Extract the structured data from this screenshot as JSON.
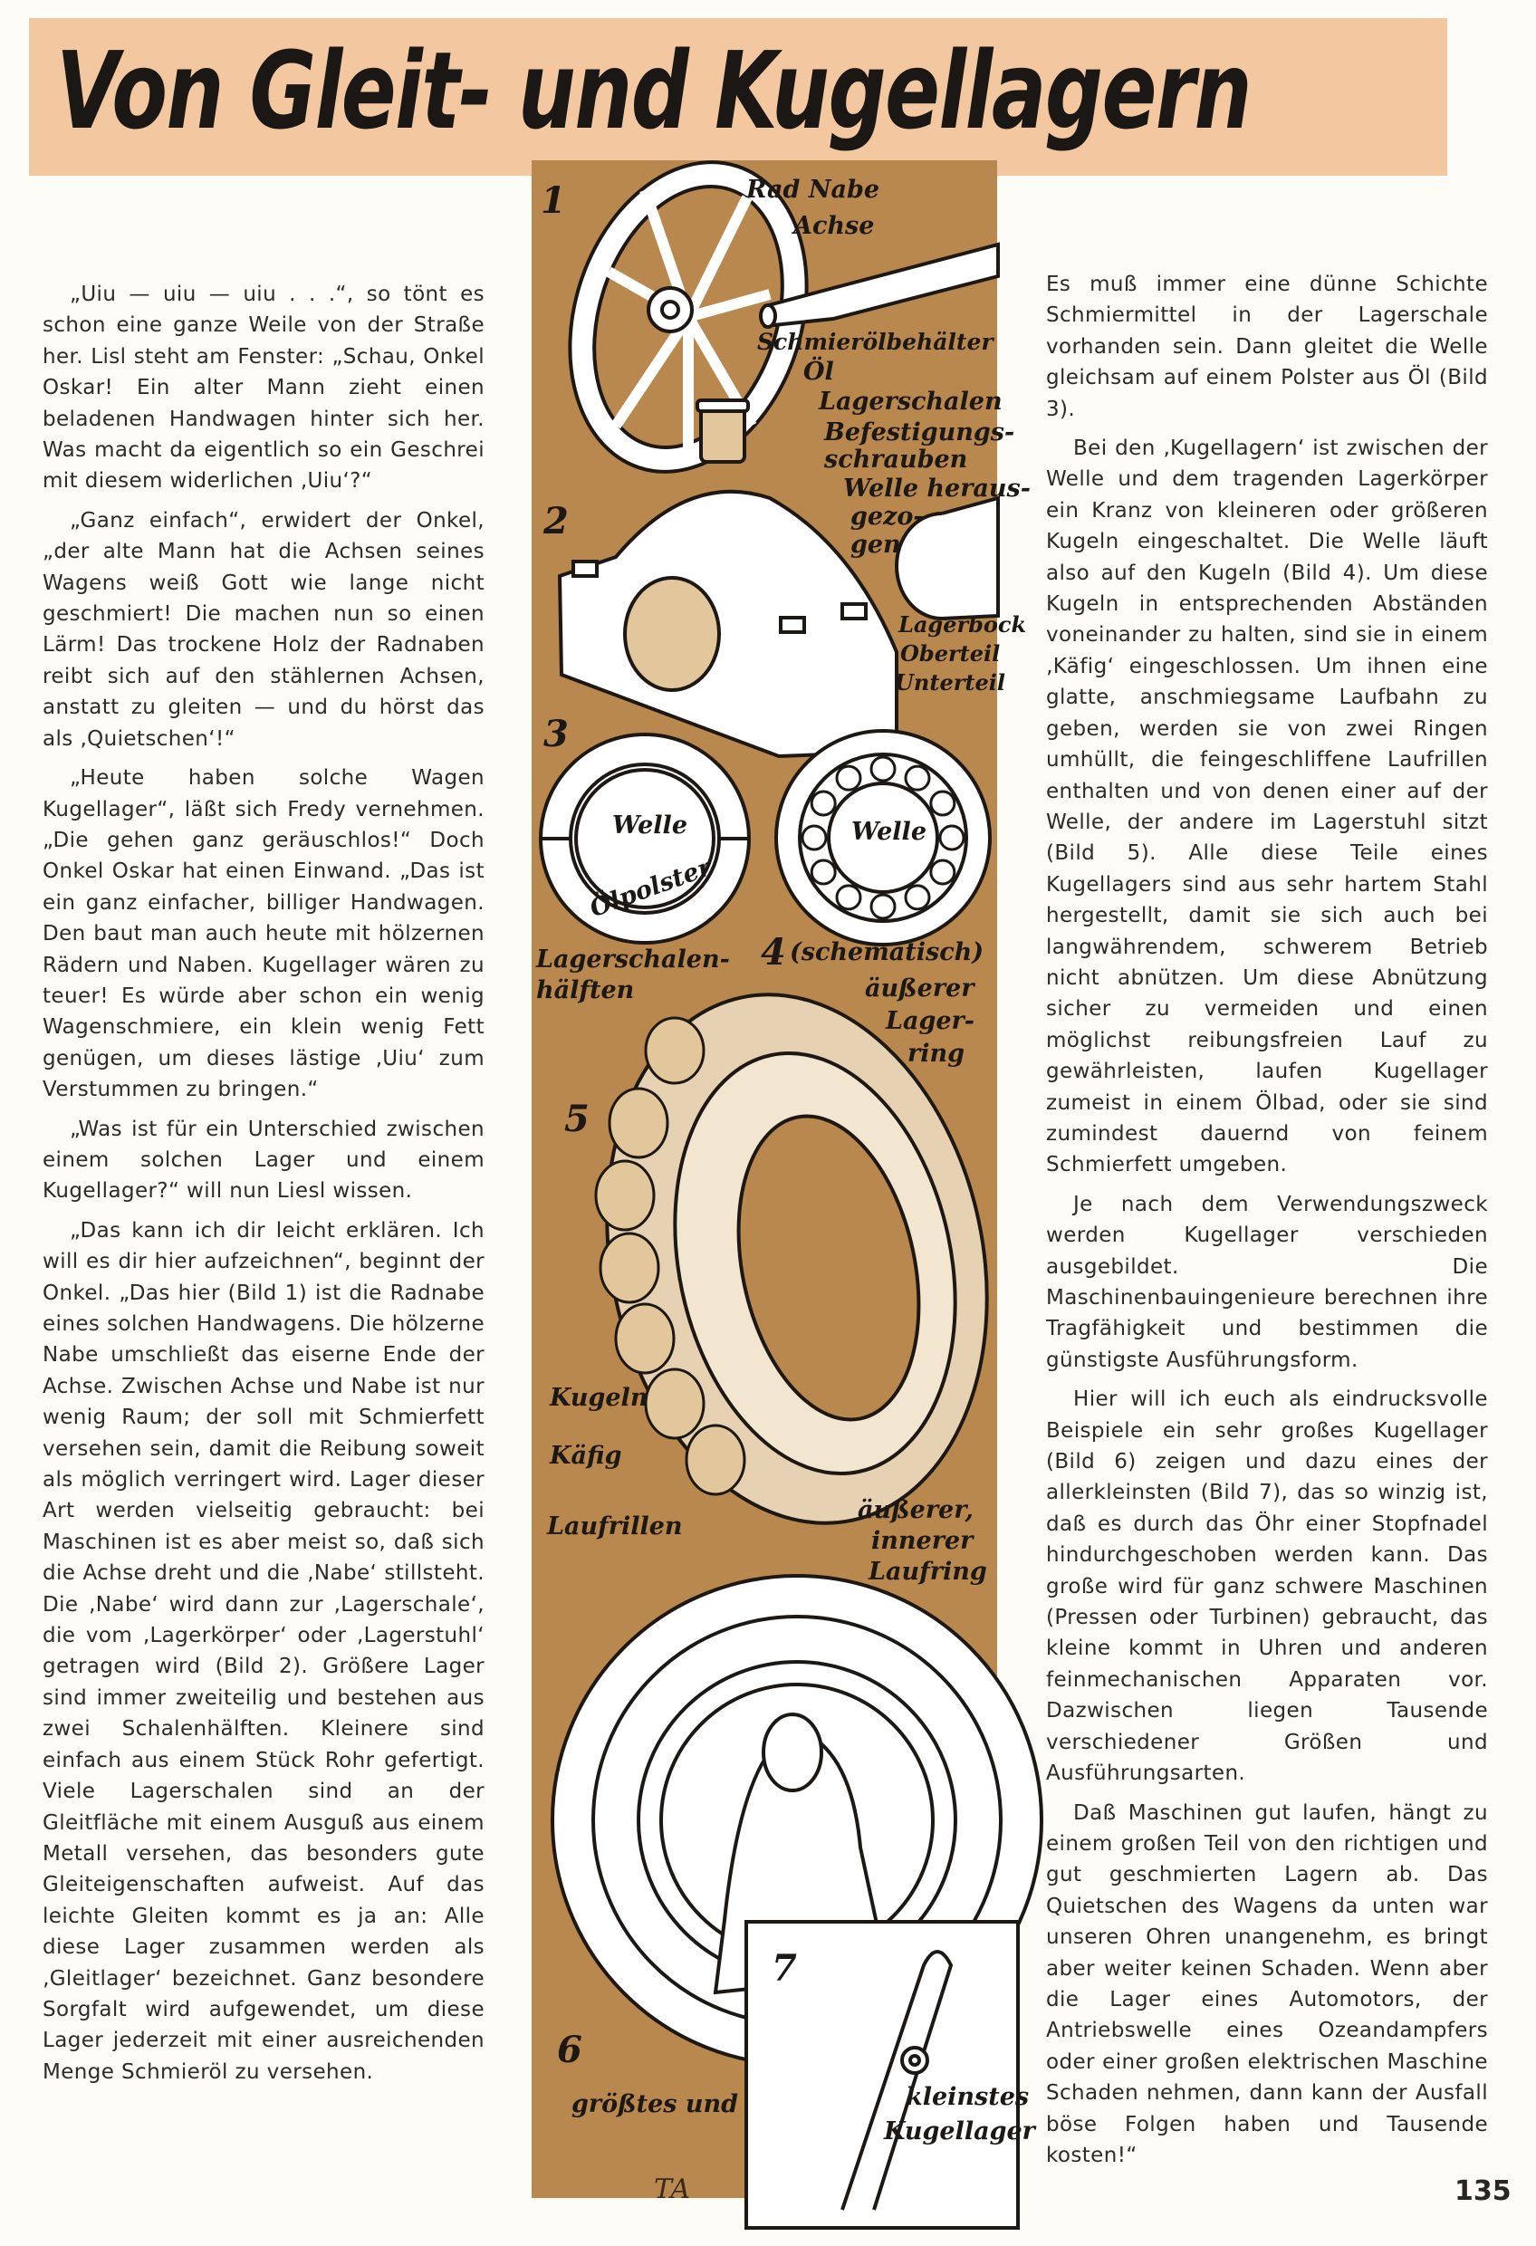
{
  "title": "Von Gleit- und Kugellagern",
  "page_number": "135",
  "colors": {
    "title_band": "#f3c8a0",
    "illustration_panel": "#b8884f",
    "ink": "#1d1814"
  },
  "left_column": [
    "„Uiu — uiu — uiu . . .“, so tönt es schon eine ganze Weile von der Straße her. Lisl steht am Fenster: „Schau, Onkel Oskar! Ein alter Mann zieht einen beladenen Handwagen hinter sich her. Was macht da eigentlich so ein Geschrei mit diesem widerlichen ‚Uiu‘?“",
    "„Ganz einfach“, erwidert der Onkel, „der alte Mann hat die Achsen seines Wagens weiß Gott wie lange nicht geschmiert! Die machen nun so einen Lärm! Das trockene Holz der Radnaben reibt sich auf den stählernen Achsen, anstatt zu gleiten — und du hörst das als ‚Quietschen‘!“",
    "„Heute haben solche Wagen Kugellager“, läßt sich Fredy vernehmen. „Die gehen ganz geräuschlos!“ Doch Onkel Oskar hat einen Einwand. „Das ist ein ganz einfacher, billiger Handwagen. Den baut man auch heute mit hölzernen Rädern und Naben. Kugellager wären zu teuer! Es würde aber schon ein wenig Wagenschmiere, ein klein wenig Fett genügen, um dieses lästige ‚Uiu‘ zum Verstummen zu bringen.“",
    "„Was ist für ein Unterschied zwischen einem solchen Lager und einem Kugellager?“ will nun Liesl wissen.",
    "„Das kann ich dir leicht erklären. Ich will es dir hier aufzeichnen“, beginnt der Onkel. „Das hier (Bild 1) ist die Radnabe eines solchen Handwagens. Die hölzerne Nabe umschließt das eiserne Ende der Achse. Zwischen Achse und Nabe ist nur wenig Raum; der soll mit Schmierfett versehen sein, damit die Reibung soweit als möglich verringert wird. Lager dieser Art werden vielseitig gebraucht: bei Maschinen ist es aber meist so, daß sich die Achse dreht und die ‚Nabe‘ stillsteht. Die ‚Nabe‘ wird dann zur ‚Lagerschale‘, die vom ‚Lagerkörper‘ oder ‚Lagerstuhl‘ getragen wird (Bild 2). Größere Lager sind immer zweiteilig und bestehen aus zwei Schalenhälften. Kleinere sind einfach aus einem Stück Rohr gefertigt. Viele Lagerschalen sind an der Gleitfläche mit einem Ausguß aus einem Metall versehen, das besonders gute Gleiteigenschaften aufweist. Auf das leichte Gleiten kommt es ja an: Alle diese Lager zusammen werden als ‚Gleitlager‘ bezeichnet. Ganz besondere Sorgfalt wird aufgewendet, um diese Lager jederzeit mit einer ausreichenden Menge Schmieröl zu versehen."
  ],
  "right_column": [
    "Es muß immer eine dünne Schichte Schmiermittel in der Lagerschale vorhanden sein. Dann gleitet die Welle gleichsam auf einem Polster aus Öl (Bild 3).",
    "Bei den ‚Kugellagern‘ ist zwischen der Welle und dem tragenden Lagerkörper ein Kranz von kleineren oder größeren Kugeln eingeschaltet. Die Welle läuft also auf den Kugeln (Bild 4). Um diese Kugeln in entsprechenden Abständen voneinander zu halten, sind sie in einem ‚Käfig‘ eingeschlossen. Um ihnen eine glatte, anschmiegsame Laufbahn zu geben, werden sie von zwei Ringen umhüllt, die feingeschliffene Laufrillen enthalten und von denen einer auf der Welle, der andere im Lagerstuhl sitzt (Bild 5). Alle diese Teile eines Kugellagers sind aus sehr hartem Stahl hergestellt, damit sie sich auch bei langwährendem, schwerem Betrieb nicht abnützen. Um diese Abnützung sicher zu vermeiden und einen möglichst reibungsfreien Lauf zu gewährleisten, laufen Kugellager zumeist in einem Ölbad, oder sie sind zumindest dauernd von feinem Schmierfett umgeben.",
    "Je nach dem Verwendungszweck werden Kugellager verschieden ausgebildet. Die Maschinenbauingenieure berechnen ihre Tragfähigkeit und bestimmen die günstigste Ausführungsform.",
    "Hier will ich euch als eindrucksvolle Beispiele ein sehr großes Kugellager (Bild 6) zeigen und dazu eines der allerkleinsten (Bild 7), das so winzig ist, daß es durch das Öhr einer Stopfnadel hindurchgeschoben werden kann. Das große wird für ganz schwere Maschinen (Pressen oder Turbinen) gebraucht, das kleine kommt in Uhren und anderen feinmechanischen Apparaten vor. Dazwischen liegen Tausende verschiedener Größen und Ausführungsarten.",
    "Daß Maschinen gut laufen, hängt zu einem großen Teil von den richtigen und gut geschmierten Lagern ab. Das Quietschen des Wagens da unten war unseren Ohren unangenehm, es bringt aber weiter keinen Schaden. Wenn aber die Lager eines Automotors, der Antriebswelle eines Ozeandampfers oder einer großen elektrischen Maschine Schaden nehmen, dann kann der Ausfall böse Folgen haben und Tausende kosten!“"
  ],
  "illustration": {
    "figure_numbers": [
      "1",
      "2",
      "3",
      "4",
      "5",
      "6",
      "7"
    ],
    "labels": {
      "rad_nabe": "Rad Nabe",
      "achse": "Achse",
      "schmieroelbehaelter": "Schmierölbehälter",
      "oel": "Öl",
      "lagerschalen": "Lagerschalen",
      "befestigung_1": "Befestigungs-",
      "befestigung_2": "schrauben",
      "welle_1": "Welle heraus-",
      "welle_2": "gezo-",
      "welle_3": "gen",
      "lagerbock": "Lagerbock",
      "oberteil": "Oberteil",
      "unterteil": "Unterteil",
      "welle_fig3": "Welle",
      "oelpolster": "Ölpolster",
      "welle_fig4": "Welle",
      "lagerschalen_h1": "Lagerschalen-",
      "lagerschalen_h2": "hälften",
      "schematisch": "(schematisch)",
      "aeusserer_1": "äußerer",
      "aeusserer_2": "Lager-",
      "aeusserer_3": "ring",
      "kugeln": "Kugeln",
      "kaefig": "Käfig",
      "laufrillen": "Laufrillen",
      "laufring_1": "äußerer,",
      "laufring_2": "innerer",
      "laufring_3": "Laufring",
      "groesstes": "größtes und",
      "kleinstes_1": "kleinstes",
      "kleinstes_2": "Kugellager"
    },
    "signature": "TA"
  }
}
